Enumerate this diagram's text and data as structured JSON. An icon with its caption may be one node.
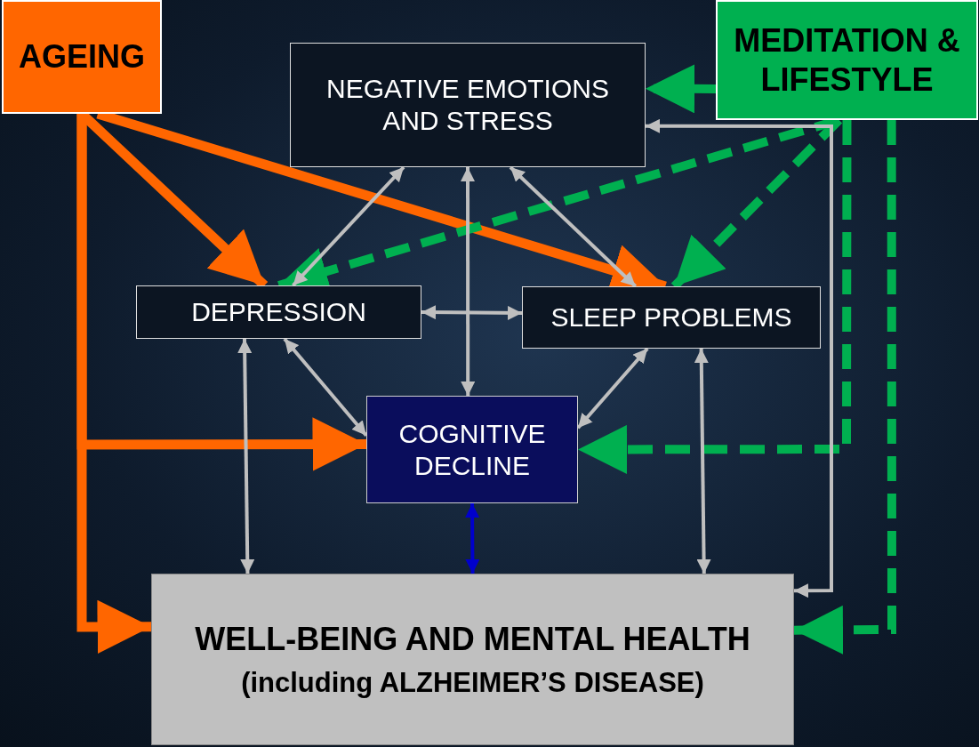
{
  "diagram": {
    "nodes": [
      {
        "text": [
          "AGEING"
        ]
      },
      {
        "text": [
          "MEDITATION & LIFESTYLE"
        ]
      },
      {
        "text": [
          "NEGATIVE EMOTIONS AND STRESS"
        ]
      },
      {
        "text": [
          "DEPRESSION"
        ]
      },
      {
        "text": [
          "SLEEP PROBLEMS"
        ]
      },
      {
        "text": [
          "COGNITIVE DECLINE"
        ]
      },
      {
        "text": [
          "WELL-BEING AND MENTAL HEALTH",
          "(including ALZHEIMER’S DISEASE)"
        ]
      }
    ],
    "edges": [
      {
        "from": 0,
        "to": 3,
        "arrow": "to",
        "style": "thick",
        "color": "#ff6600"
      },
      {
        "from": 0,
        "to": 4,
        "arrow": "to",
        "style": "thick",
        "color": "#ff6600"
      },
      {
        "from": 0,
        "to": 5,
        "arrow": "to",
        "style": "thick",
        "color": "#ff6600"
      },
      {
        "from": 0,
        "to": 6,
        "arrow": "to",
        "style": "thick",
        "color": "#ff6600"
      },
      {
        "from": 1,
        "to": 2,
        "arrow": "to",
        "style": "dashed",
        "color": "#00b050"
      },
      {
        "from": 1,
        "to": 3,
        "arrow": "to",
        "style": "dashed",
        "color": "#00b050"
      },
      {
        "from": 1,
        "to": 4,
        "arrow": "to",
        "style": "dashed",
        "color": "#00b050"
      },
      {
        "from": 1,
        "to": 5,
        "arrow": "to",
        "style": "dashed",
        "color": "#00b050"
      },
      {
        "from": 1,
        "to": 6,
        "arrow": "to",
        "style": "dashed",
        "color": "#00b050"
      },
      {
        "from": 2,
        "to": 3,
        "arrow": "both"
      },
      {
        "from": 2,
        "to": 4,
        "arrow": "both"
      },
      {
        "from": 2,
        "to": 5,
        "arrow": "both"
      },
      {
        "from": 3,
        "to": 4,
        "arrow": "both"
      },
      {
        "from": 3,
        "to": 5,
        "arrow": "both"
      },
      {
        "from": 4,
        "to": 5,
        "arrow": "both"
      },
      {
        "from": 3,
        "to": 6,
        "arrow": "both"
      },
      {
        "from": 4,
        "to": 6,
        "arrow": "both"
      },
      {
        "from": 5,
        "to": 6,
        "arrow": "both",
        "color": "#0000cc"
      },
      {
        "from": 2,
        "to": 6,
        "arrow": "both"
      }
    ]
  }
}
